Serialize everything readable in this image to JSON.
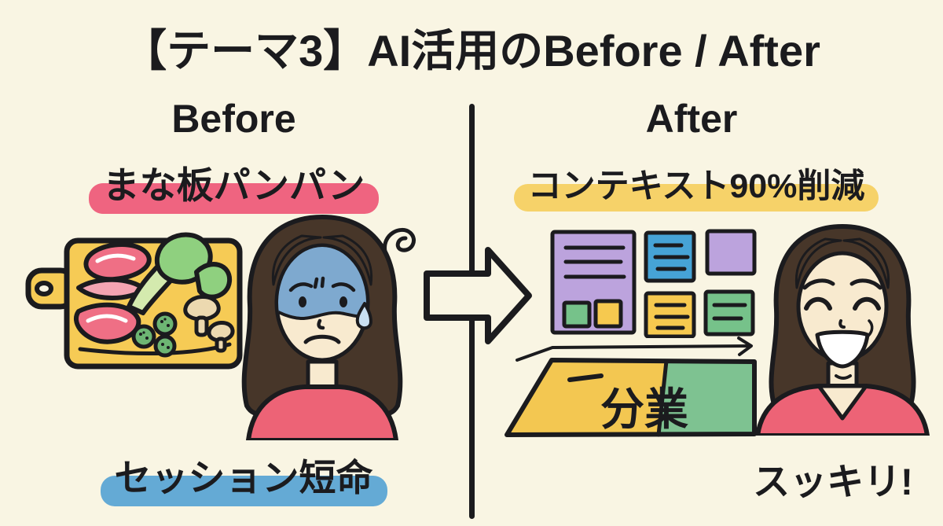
{
  "title": "【テーマ3】AI活用のBefore / After",
  "before": {
    "heading": "Before",
    "problem_top": "まな板パンパン",
    "problem_bottom": "セッション短命",
    "illustration_board": "cutting-board-piled-with-ingredients",
    "illustration_person": "stressed-woman-with-scribble"
  },
  "after": {
    "heading": "After",
    "benefit_top": "コンテキスト90%削減",
    "banner_label": "分業",
    "caption": "スッキリ!",
    "illustration_cards": "organized-task-cards-with-flow-arrow",
    "illustration_person": "happy-smiling-woman"
  },
  "colors": {
    "background": "#f9f5e3",
    "ink": "#1b1b1e",
    "highlight_pink": "#ef6480",
    "highlight_blue": "#64aad5",
    "highlight_yellow": "#f6d269",
    "card_purple": "#bca3dd",
    "card_blue": "#46a3d6",
    "card_yellow": "#f6c94f",
    "card_green": "#76c28a",
    "banner_yellow": "#f3c751",
    "banner_green": "#7ec291",
    "shirt_pink": "#ed6376",
    "hair_brown": "#473629",
    "skin": "#f8eacf",
    "face_shadow_blue": "#7ea9cf",
    "board_yellow": "#f6cb55",
    "meat_pink": "#ef6f85",
    "meat_light_pink": "#f4a4b2",
    "leaf_green": "#8fd07f",
    "stalk_green": "#d4eaae",
    "cucumber_green": "#6db573",
    "mushroom_tan": "#ecd9b0"
  }
}
